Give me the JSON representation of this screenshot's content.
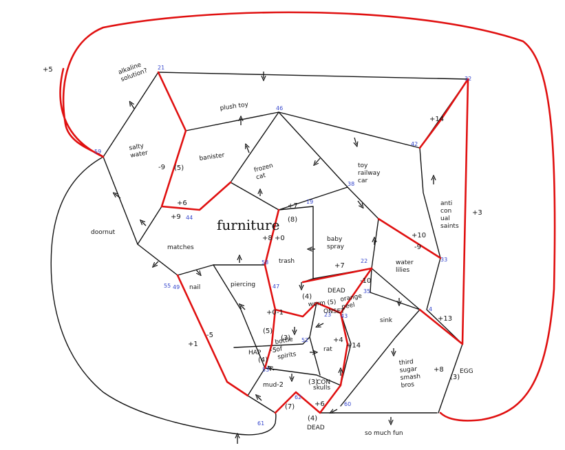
{
  "colors": {
    "ink": "#111111",
    "red_path": "#e01010",
    "node_blue": "#3344cc",
    "red_text": "#e01010"
  },
  "title": "furniture",
  "regions": [
    {
      "id": "alkaline",
      "lines": [
        "alkaline",
        "solution?"
      ]
    },
    {
      "id": "salty",
      "lines": [
        "salty",
        "water"
      ]
    },
    {
      "id": "plush",
      "lines": [
        "plush toy"
      ]
    },
    {
      "id": "banister",
      "lines": [
        "banister"
      ]
    },
    {
      "id": "frozen",
      "lines": [
        "frozen",
        "cat"
      ]
    },
    {
      "id": "toy",
      "lines": [
        "toy",
        "railway",
        "car"
      ]
    },
    {
      "id": "anti",
      "lines": [
        "anti",
        "con",
        "ual",
        "saints"
      ]
    },
    {
      "id": "doornut",
      "lines": [
        "doornut"
      ]
    },
    {
      "id": "matches",
      "lines": [
        "matches"
      ]
    },
    {
      "id": "baby",
      "lines": [
        "baby",
        "spray"
      ]
    },
    {
      "id": "trash",
      "lines": [
        "trash"
      ]
    },
    {
      "id": "water_lilies",
      "lines": [
        "water",
        "lilies"
      ]
    },
    {
      "id": "nail",
      "lines": [
        "nail"
      ]
    },
    {
      "id": "piercing",
      "lines": [
        "piercing"
      ]
    },
    {
      "id": "worm",
      "lines": [
        "worm (5)"
      ]
    },
    {
      "id": "orange",
      "lines": [
        "orange",
        "peel"
      ]
    },
    {
      "id": "sink",
      "lines": [
        "sink"
      ]
    },
    {
      "id": "bottle",
      "lines": [
        "bottle",
        "of",
        "spirits"
      ]
    },
    {
      "id": "rat",
      "lines": [
        "rat"
      ]
    },
    {
      "id": "third",
      "lines": [
        "third",
        "sugar",
        "smash",
        "bros"
      ]
    },
    {
      "id": "mud",
      "lines": [
        "mud"
      ]
    },
    {
      "id": "skulls",
      "lines": [
        "skulls"
      ]
    },
    {
      "id": "fun",
      "lines": [
        "so much fun"
      ]
    }
  ],
  "nodes": [
    "21",
    "32",
    "46",
    "59",
    "42",
    "38",
    "19",
    "44",
    "49",
    "58",
    "22",
    "55",
    "47",
    "35",
    "23",
    "43",
    "52",
    "53",
    "62",
    "60",
    "33",
    "61",
    "4"
  ],
  "weights": [
    "+5",
    "+14",
    "+3",
    "-9",
    "(5)",
    "+6",
    "+9",
    "+7",
    "(8)",
    "+8",
    "+0",
    "+10",
    "-9",
    "+7",
    "-10",
    "(4)",
    "+0",
    "-1",
    "(5)",
    "+1",
    "-5",
    "(3)",
    "-5",
    "(4)",
    "+4",
    "+14",
    "+13",
    "-2",
    "(3)",
    "(7)",
    "+6",
    "(4)",
    "+8",
    "(3)"
  ],
  "red_notes": [
    "DEAD",
    "ONSET",
    "HAP",
    "EGG",
    "DEAD",
    "CON"
  ]
}
